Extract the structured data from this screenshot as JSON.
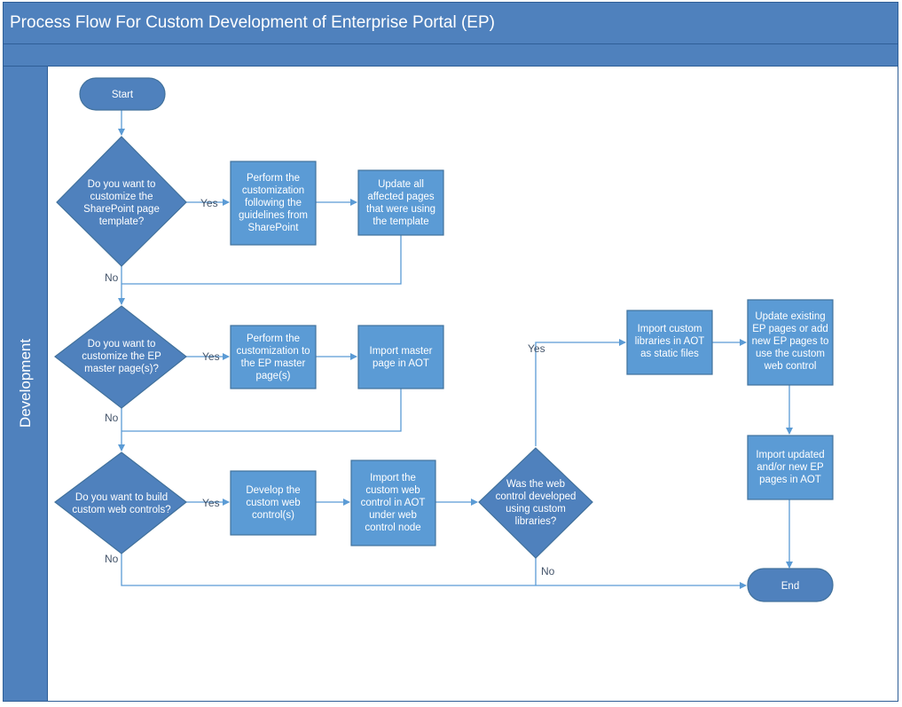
{
  "title": "Process Flow For Custom Development of Enterprise Portal (EP)",
  "lane": "Development",
  "colors": {
    "fill": "#5b9bd5",
    "dark": "#4f81bd",
    "stroke": "#41719c",
    "connector": "#5b9bd5",
    "label": "#44546a"
  },
  "nodes": {
    "start": [
      "Start"
    ],
    "end": [
      "End"
    ],
    "d1": [
      "Do you want to",
      "customize the",
      "SharePoint page",
      "template?"
    ],
    "p1": [
      "Perform the",
      "customization",
      "following the",
      "guidelines from",
      "SharePoint"
    ],
    "p2": [
      "Update all",
      "affected pages",
      "that were using",
      "the template"
    ],
    "d2": [
      "Do you want to",
      "customize the EP",
      "master page(s)?"
    ],
    "p3": [
      "Perform the",
      "customization to",
      "the EP master",
      "page(s)"
    ],
    "p4": [
      "Import master",
      "page in AOT"
    ],
    "d3": [
      "Do you want to build",
      "custom web controls?"
    ],
    "p5": [
      "Develop the",
      "custom web",
      "control(s)"
    ],
    "p6": [
      "Import the",
      "custom web",
      "control in AOT",
      "under web",
      "control node"
    ],
    "d4": [
      "Was the web",
      "control developed",
      "using custom",
      "libraries?"
    ],
    "p7": [
      "Import custom",
      "libraries in AOT",
      "as static files"
    ],
    "p8": [
      "Update existing",
      "EP pages or add",
      "new EP pages to",
      "use the custom",
      "web control"
    ],
    "p9": [
      "Import updated",
      "and/or new EP",
      "pages in AOT"
    ]
  },
  "edge_labels": {
    "yes1": "Yes",
    "no1": "No",
    "yes2": "Yes",
    "no2": "No",
    "yes3": "Yes",
    "no3": "No",
    "yes4": "Yes",
    "no4": "No"
  }
}
